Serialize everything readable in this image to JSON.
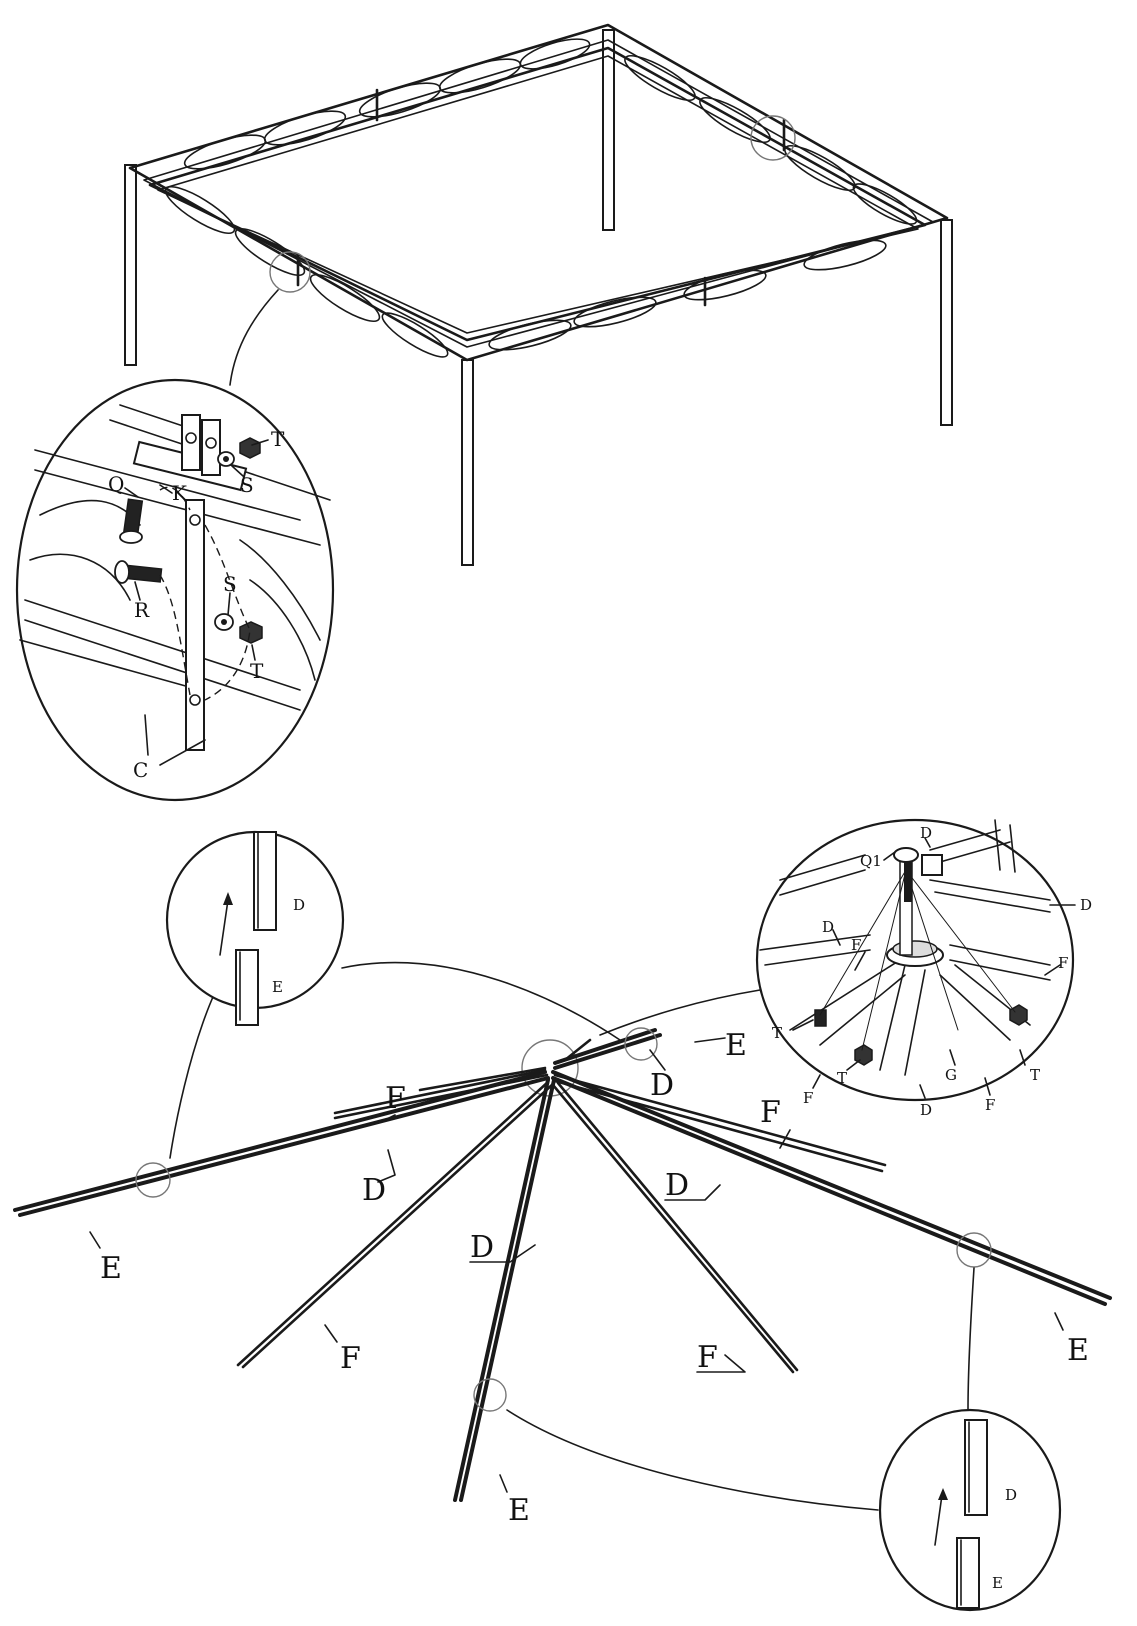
{
  "labels": {
    "T": "T",
    "S": "S",
    "K": "K",
    "Q": "Q",
    "R": "R",
    "C": "C",
    "D": "D",
    "E": "E",
    "F": "F",
    "G": "G",
    "Q1": "Q1"
  },
  "colors": {
    "line": "#1a1a1a",
    "background": "#ffffff"
  }
}
